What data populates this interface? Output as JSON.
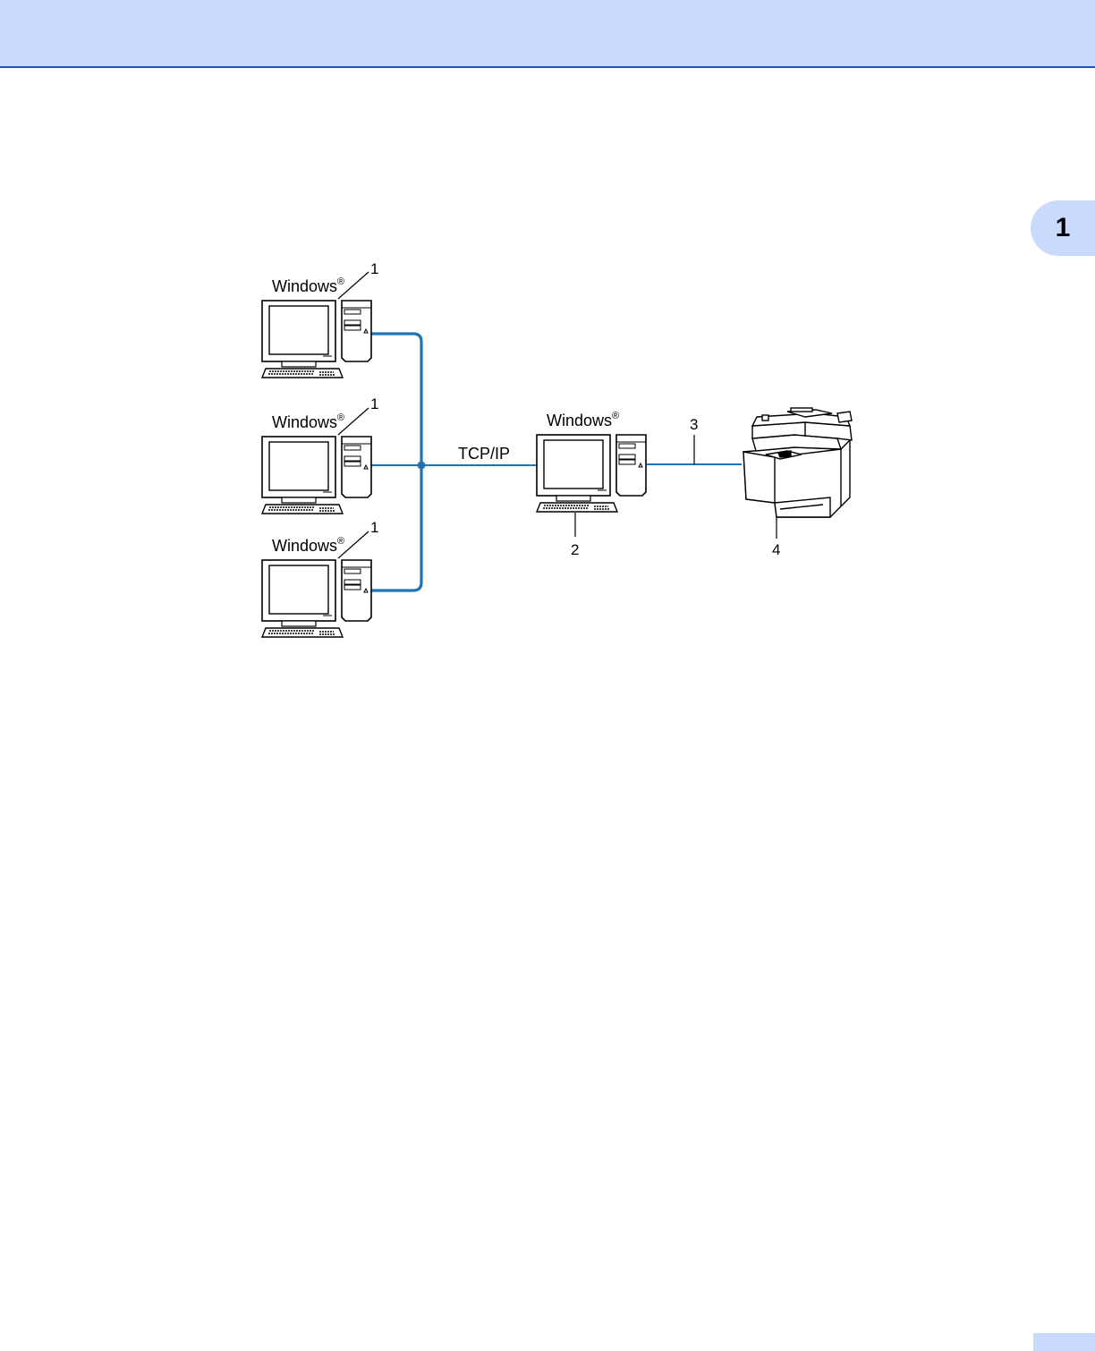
{
  "header": {
    "band_color": "#c9dafc",
    "rule_color": "#1c56b8"
  },
  "chapter_tab": {
    "number": "1"
  },
  "footer": {
    "page_number": ""
  },
  "diagram": {
    "network_color": "#1f74b7",
    "os_label": "Windows",
    "registered_mark": "®",
    "protocol_label": "TCP/IP",
    "callouts": {
      "client_1": "1",
      "client_2": "1",
      "client_3": "1",
      "server": "2",
      "cable": "3",
      "printer": "4"
    }
  }
}
